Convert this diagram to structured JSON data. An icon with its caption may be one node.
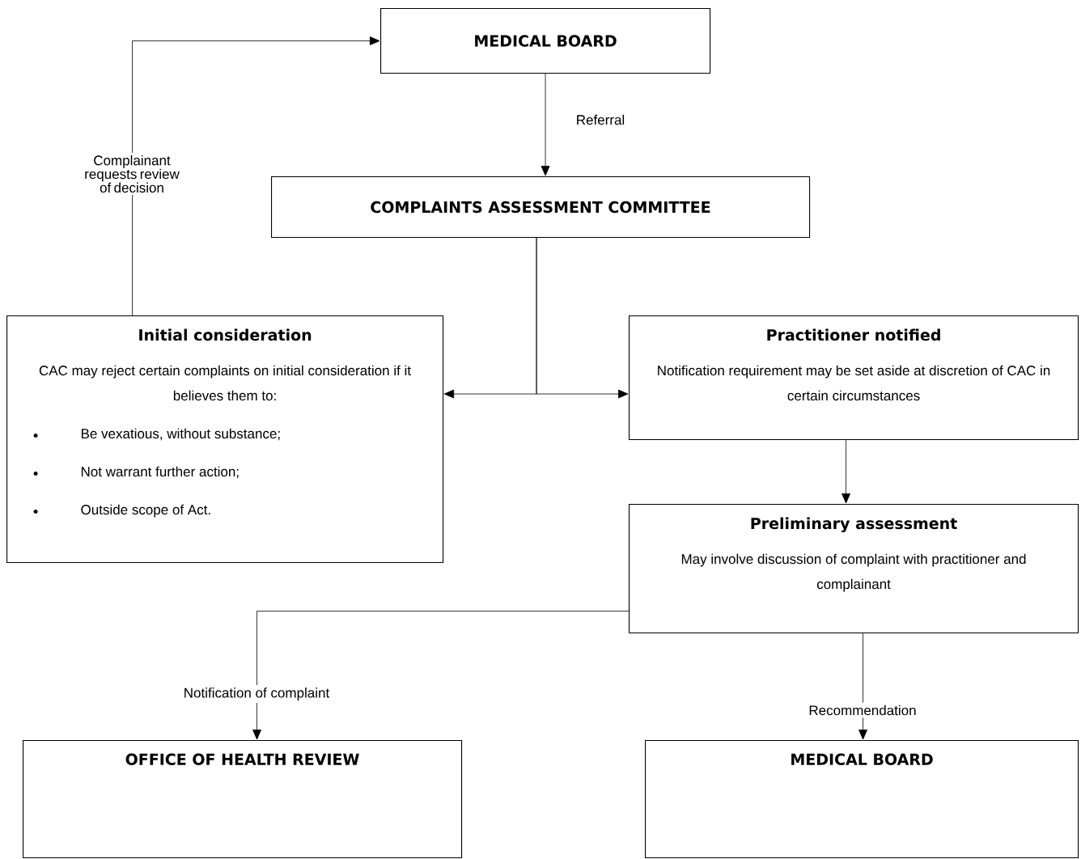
{
  "diagram": {
    "nodes": [
      {
        "text": [
          "MEDICAL BOARD"
        ]
      },
      {
        "text": [
          "COMPLAINTS ASSESSMENT COMMITTEE"
        ]
      },
      {
        "text": [
          "Initial consideration",
          "CAC may reject certain complaints on initial consideration if it believes them to:",
          "Be vexatious, without substance;",
          "Not warrant further action;",
          "Outside scope of Act."
        ]
      },
      {
        "text": [
          "Practitioner notified",
          "Notification requirement may be set aside at discretion of CAC in certain circumstances"
        ]
      },
      {
        "text": [
          "Preliminary assessment",
          "May involve discussion of complaint with practitioner and complainant"
        ]
      },
      {
        "text": [
          "OFFICE OF HEALTH REVIEW"
        ]
      },
      {
        "text": [
          "MEDICAL BOARD"
        ]
      }
    ],
    "edges": [
      {
        "from": 0,
        "to": 1,
        "arrow": "to",
        "label": "Referral"
      },
      {
        "from": 1,
        "to": 2,
        "arrow": "to"
      },
      {
        "from": 1,
        "to": 3,
        "arrow": "to"
      },
      {
        "from": 2,
        "to": 0,
        "arrow": "to",
        "label": "Complainant requests review of decision"
      },
      {
        "from": 3,
        "to": 4,
        "arrow": "to"
      },
      {
        "from": 4,
        "to": 5,
        "arrow": "to",
        "label": "Notification of complaint"
      },
      {
        "from": 4,
        "to": 6,
        "arrow": "to",
        "label": "Recommendation"
      }
    ]
  }
}
